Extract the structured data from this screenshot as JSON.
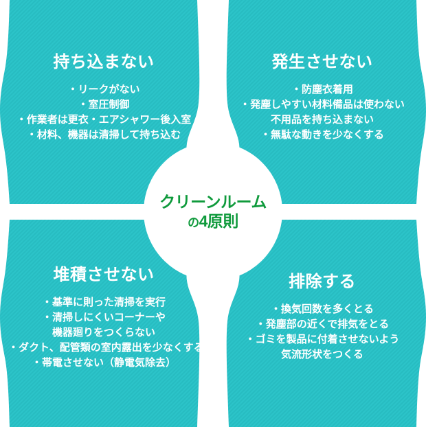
{
  "colors": {
    "panel_teal": "#2cc4c9",
    "panel_teal_dark": "#21b5ba",
    "center_text_green": "#0f9a3c",
    "text_white": "#ffffff",
    "background": "#ffffff"
  },
  "center": {
    "title_line1": "クリーンルーム",
    "title_line2_prefix": "の",
    "title_line2_rest": "4原則",
    "title_full": "クリーンルームの4原則"
  },
  "quadrants": [
    {
      "id": "top-left",
      "title": "持ち込まない",
      "lines": [
        "・リークがない",
        "・室圧制御",
        "・作業者は更衣・エアシャワー後入室",
        "・材料、機器は清掃して持ち込む"
      ]
    },
    {
      "id": "top-right",
      "title": "発生させない",
      "lines": [
        "・防塵衣着用",
        "・発塵しやすい材料備品は使わない",
        "不用品を持ち込まない",
        "・無駄な動きを少なくする"
      ]
    },
    {
      "id": "bottom-left",
      "title": "堆積させない",
      "lines": [
        "・基準に則った清掃を実行",
        "・清掃しにくいコーナーや",
        "機器廻りをつくらない",
        "・ダクト、配管類の室内露出を少なくする",
        "・帯電させない（静電気除去）"
      ]
    },
    {
      "id": "bottom-right",
      "title": "排除する",
      "lines": [
        "・換気回数を多くとる",
        "・発塵部の近くで排気をとる",
        "・ゴミを製品に付着させないよう",
        "気流形状をつくる"
      ]
    }
  ]
}
